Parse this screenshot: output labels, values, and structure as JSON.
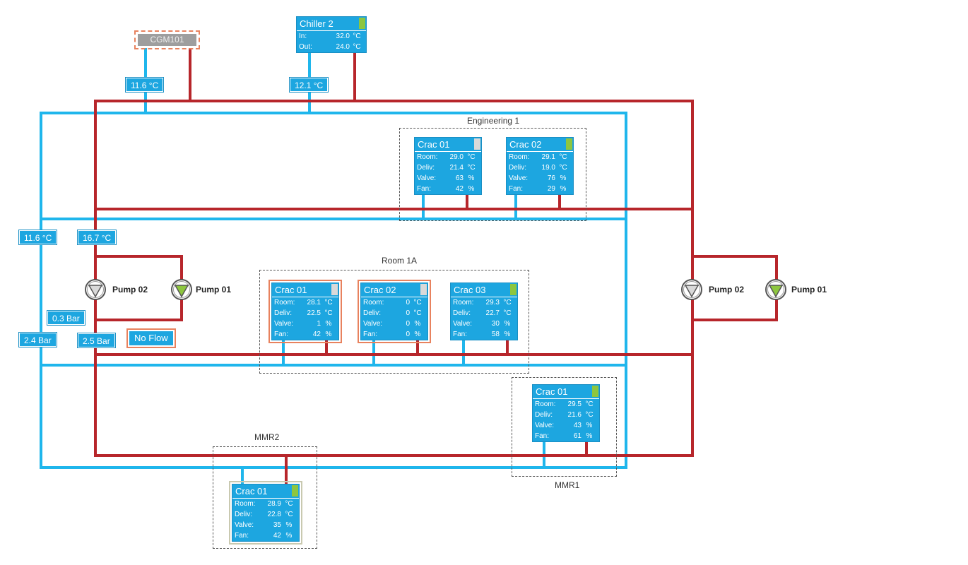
{
  "colors": {
    "supply": "#1fb6ec",
    "return": "#b7262b",
    "panel": "#1da6e0",
    "status_ok": "#8dc63f",
    "status_off": "#d9d9d9",
    "alarm_border": "#e8825e"
  },
  "cgm": {
    "label": "CGM101"
  },
  "chiller": {
    "title": "Chiller 2",
    "in_label": "In:",
    "in_value": "32.0",
    "in_unit": "°C",
    "out_label": "Out:",
    "out_value": "24.0",
    "out_unit": "°C"
  },
  "readings": {
    "cgm_temp": "11.6 °C",
    "chiller_temp": "12.1 °C",
    "supply_temp": "11.6 °C",
    "return_temp": "16.7 °C",
    "diff_pressure": "0.3 Bar",
    "supply_pressure": "2.4 Bar",
    "return_pressure": "2.5 Bar",
    "flow_status": "No Flow"
  },
  "pumps": {
    "left_pump_02": "Pump 02",
    "left_pump_01": "Pump 01",
    "right_pump_02": "Pump 02",
    "right_pump_01": "Pump 01"
  },
  "zones": {
    "engineering": "Engineering 1",
    "room1a": "Room 1A",
    "mmr1": "MMR1",
    "mmr2": "MMR2"
  },
  "row_labels": {
    "room": "Room:",
    "deliv": "Deliv:",
    "valve": "Valve:",
    "fan": "Fan:"
  },
  "units": {
    "eng_crac01": {
      "title": "Crac 01",
      "room": "29.0",
      "deliv": "21.4",
      "valve": "63",
      "fan": "42",
      "status": "off"
    },
    "eng_crac02": {
      "title": "Crac 02",
      "room": "29.1",
      "deliv": "19.0",
      "valve": "76",
      "fan": "29",
      "status": "ok"
    },
    "r1a_crac01": {
      "title": "Crac 01",
      "room": "28.1",
      "deliv": "22.5",
      "valve": "1",
      "fan": "42",
      "status": "off"
    },
    "r1a_crac02": {
      "title": "Crac 02",
      "room": "0",
      "deliv": "0",
      "valve": "0",
      "fan": "0",
      "status": "off"
    },
    "r1a_crac03": {
      "title": "Crac 03",
      "room": "29.3",
      "deliv": "22.7",
      "valve": "30",
      "fan": "58",
      "status": "ok"
    },
    "mmr1_crac01": {
      "title": "Crac 01",
      "room": "29.5",
      "deliv": "21.6",
      "valve": "43",
      "fan": "61",
      "status": "ok"
    },
    "mmr2_crac01": {
      "title": "Crac 01",
      "room": "28.9",
      "deliv": "22.8",
      "valve": "35",
      "fan": "42",
      "status": "ok"
    }
  },
  "units_of_measure": {
    "temp": "°C",
    "pct": "%"
  }
}
